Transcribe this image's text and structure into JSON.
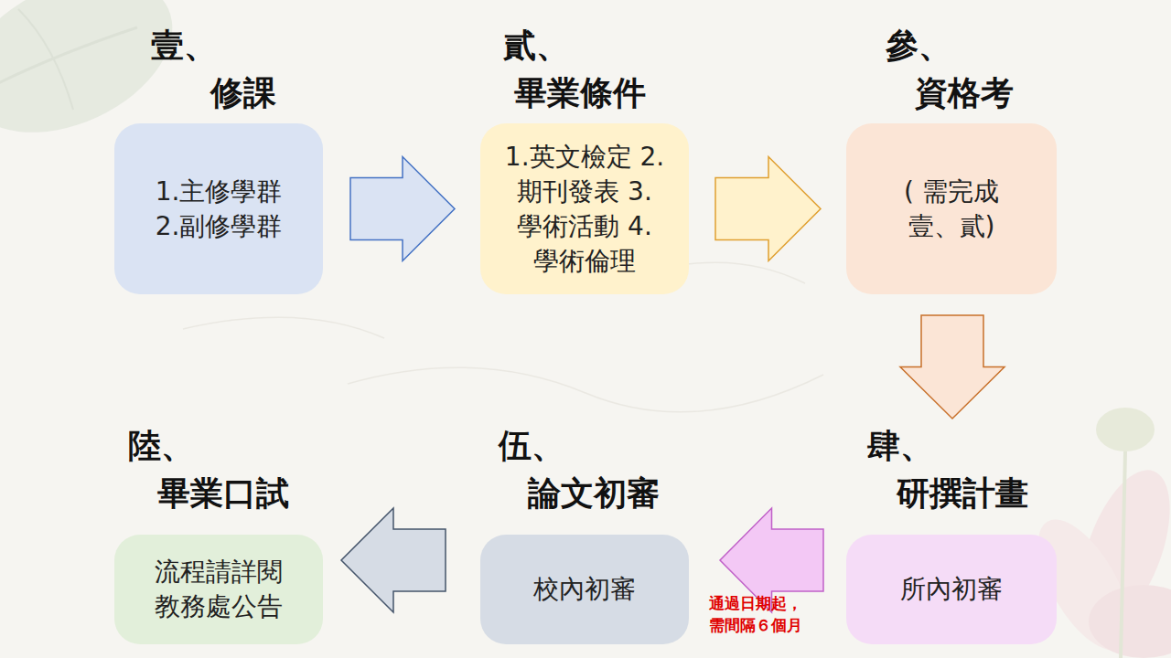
{
  "diagram": {
    "nodes": [
      {
        "text": [
          "壹、 修課",
          "1.主修學群 2.副修學群"
        ]
      },
      {
        "text": [
          "貳、 畢業條件",
          "1.英文檢定 2.期刊發表 3.學術活動 4.學術倫理"
        ]
      },
      {
        "text": [
          "參、 資格考",
          "( 需完成 壹、貳)"
        ]
      },
      {
        "text": [
          "肆、 研撰計畫",
          "所內初審"
        ]
      },
      {
        "text": [
          "伍、 論文初審",
          "校內初審"
        ]
      },
      {
        "text": [
          "陸、 畢業口試",
          "流程請詳閱 教務處公告"
        ]
      }
    ],
    "edges": [
      {
        "from": 0,
        "to": 1,
        "arrow": "to"
      },
      {
        "from": 1,
        "to": 2,
        "arrow": "to"
      },
      {
        "from": 2,
        "to": 3,
        "arrow": "to"
      },
      {
        "from": 3,
        "to": 4,
        "label": "通過日期起， 需間隔６個月",
        "arrow": "to"
      },
      {
        "from": 4,
        "to": 5,
        "arrow": "to"
      }
    ]
  }
}
